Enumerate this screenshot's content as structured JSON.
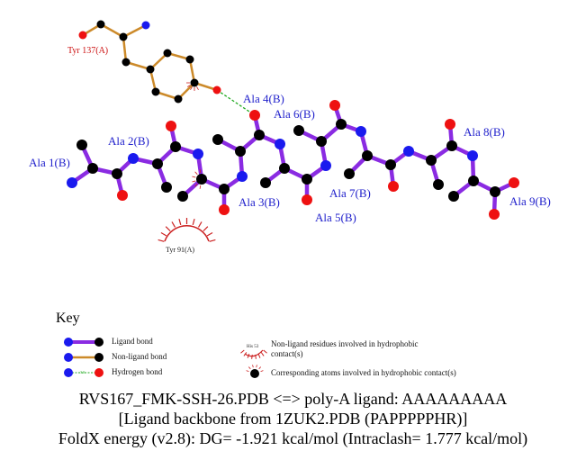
{
  "colors": {
    "ligand_bond": "#8a2be2",
    "non_ligand_bond": "#cc8a2a",
    "hbond": "#22aa22",
    "carbon": "#000000",
    "nitrogen": "#1a1aee",
    "oxygen": "#ee1111",
    "ligand_label": "#2222cc",
    "residue_label": "#cc1111",
    "hydrophobic": "#cc2222"
  },
  "residue_labels": {
    "ala1": "Ala 1(B)",
    "ala2": "Ala 2(B)",
    "ala3": "Ala 3(B)",
    "ala4": "Ala 4(B)",
    "ala5": "Ala 5(B)",
    "ala6": "Ala 6(B)",
    "ala7": "Ala 7(B)",
    "ala8": "Ala 8(B)",
    "ala9": "Ala 9(B)",
    "tyr137": "Tyr 137(A)",
    "tyr91": "Tyr 91(A)"
  },
  "key": {
    "title": "Key",
    "ligand_bond": "Ligand bond",
    "non_ligand_bond": "Non-ligand bond",
    "hydrogen_bond": "Hydrogen bond",
    "hbond_distance": "3.0",
    "example_residue": "His 53",
    "hydrophobic_residues": "Non-ligand residues involved in hydrophobic contact(s)",
    "hydrophobic_atoms": "Corresponding atoms involved in hydrophobic contact(s)"
  },
  "caption": {
    "line1": "RVS167_FMK-SSH-26.PDB <=> poly-A ligand: AAAAAAAAA",
    "line2": "[Ligand backbone from 1ZUK2.PDB (PAPPPPPHR)]",
    "line3": "FoldX energy (v2.8): DG= -1.921 kcal/mol (Intraclash= 1.777 kcal/mol)"
  }
}
